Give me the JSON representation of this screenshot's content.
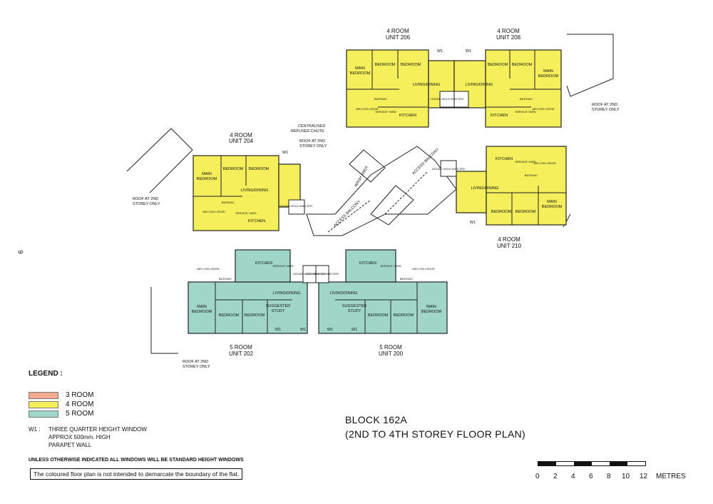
{
  "colors": {
    "three_room": "#f5a98f",
    "four_room": "#f4ef5a",
    "five_room": "#9fd6c8",
    "wall": "#222222"
  },
  "page_number": "9",
  "units": [
    {
      "type": "4 ROOM",
      "unit": "UNIT 206"
    },
    {
      "type": "4 ROOM",
      "unit": "UNIT 208"
    },
    {
      "type": "4 ROOM",
      "unit": "UNIT 204"
    },
    {
      "type": "4 ROOM",
      "unit": "UNIT 210"
    },
    {
      "type": "5 ROOM",
      "unit": "UNIT 202"
    },
    {
      "type": "5 ROOM",
      "unit": "UNIT 200"
    }
  ],
  "room_labels": {
    "main_bedroom_1": "MAIN",
    "main_bedroom_2": "BEDROOM",
    "bedroom": "BEDROOM",
    "living_dining": "LIVING/DINING",
    "kitchen": "KITCHEN",
    "bath": "BATH/WC",
    "service_yard": "SERVICE YARD",
    "aircon": "AIR-CON LEDGE",
    "shelter": "HOUSE-HOLD SHELTER",
    "study_1": "SUGGESTED",
    "study_2": "STUDY",
    "w1": "W1"
  },
  "annotations": {
    "roof_1": "ROOF AT 2ND",
    "roof_2": "STOREY ONLY",
    "chute_1": "CENTRALISED",
    "chute_2": "REFUSED CHUTE",
    "wash_area": "WASH AREA",
    "access_balcony": "ACCESS BALCONY"
  },
  "legend": {
    "title": "LEGEND :",
    "items": [
      {
        "label": "3 ROOM",
        "color": "#f5a98f"
      },
      {
        "label": "4 ROOM",
        "color": "#f4ef5a"
      },
      {
        "label": "5 ROOM",
        "color": "#9fd6c8"
      }
    ]
  },
  "notes": {
    "w1_key": "W1 :",
    "w1_lines": [
      "THREE QUARTER HEIGHT WINDOW",
      "APPROX 500mm. HIGH",
      "PARAPET WALL"
    ],
    "standard": "UNLESS OTHERWISE INDICATED ALL WINDOWS WILL BE STANDARD HEIGHT WINDOWS",
    "disclaimer": "The coloured floor plan is not intended to demarcate the boundary of the flat."
  },
  "title": {
    "line1": "BLOCK 162A",
    "line2": "(2ND TO 4TH STOREY FLOOR PLAN)"
  },
  "scale": {
    "ticks": [
      "0",
      "2",
      "4",
      "6",
      "8",
      "10",
      "12"
    ],
    "unit": "METRES"
  }
}
